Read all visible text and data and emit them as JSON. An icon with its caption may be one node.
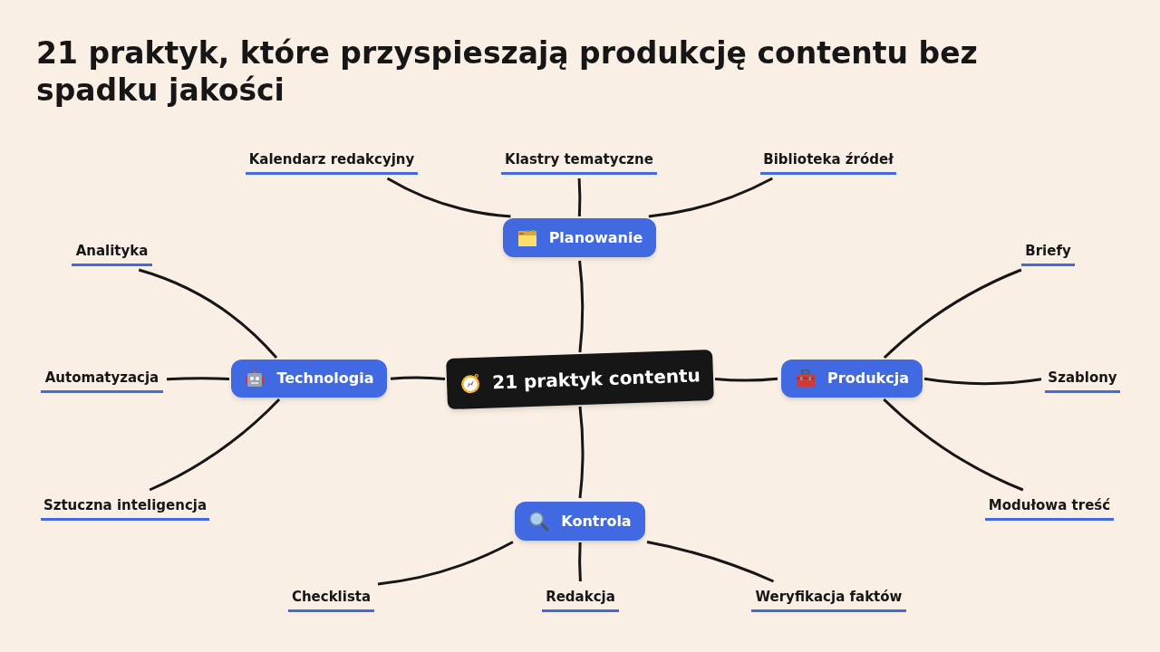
{
  "diagram": {
    "title": "21 praktyk, które przyspieszają produkcję contentu bez spadku jakości",
    "nodes": [
      {
        "text": [
          "21 praktyk contentu"
        ]
      },
      {
        "text": [
          "Planowanie"
        ]
      },
      {
        "text": [
          "Kalendarz redakcyjny"
        ]
      },
      {
        "text": [
          "Klastry tematyczne"
        ]
      },
      {
        "text": [
          "Biblioteka źródeł"
        ]
      },
      {
        "text": [
          "Technologia"
        ]
      },
      {
        "text": [
          "Analityka"
        ]
      },
      {
        "text": [
          "Automatyzacja"
        ]
      },
      {
        "text": [
          "Sztuczna inteligencja"
        ]
      },
      {
        "text": [
          "Produkcja"
        ]
      },
      {
        "text": [
          "Briefy"
        ]
      },
      {
        "text": [
          "Szablony"
        ]
      },
      {
        "text": [
          "Modułowa treść"
        ]
      },
      {
        "text": [
          "Kontrola"
        ]
      },
      {
        "text": [
          "Checklista"
        ]
      },
      {
        "text": [
          "Redakcja"
        ]
      },
      {
        "text": [
          "Weryfikacja faktów"
        ]
      }
    ],
    "edges": [
      {
        "from": 0,
        "to": 1,
        "arrow": "none"
      },
      {
        "from": 0,
        "to": 5,
        "arrow": "none"
      },
      {
        "from": 0,
        "to": 9,
        "arrow": "none"
      },
      {
        "from": 0,
        "to": 13,
        "arrow": "none"
      },
      {
        "from": 1,
        "to": 2,
        "arrow": "none"
      },
      {
        "from": 1,
        "to": 3,
        "arrow": "none"
      },
      {
        "from": 1,
        "to": 4,
        "arrow": "none"
      },
      {
        "from": 5,
        "to": 6,
        "arrow": "none"
      },
      {
        "from": 5,
        "to": 7,
        "arrow": "none"
      },
      {
        "from": 5,
        "to": 8,
        "arrow": "none"
      },
      {
        "from": 9,
        "to": 10,
        "arrow": "none"
      },
      {
        "from": 9,
        "to": 11,
        "arrow": "none"
      },
      {
        "from": 9,
        "to": 12,
        "arrow": "none"
      },
      {
        "from": 13,
        "to": 14,
        "arrow": "none"
      },
      {
        "from": 13,
        "to": 15,
        "arrow": "none"
      },
      {
        "from": 13,
        "to": 16,
        "arrow": "none"
      }
    ]
  }
}
